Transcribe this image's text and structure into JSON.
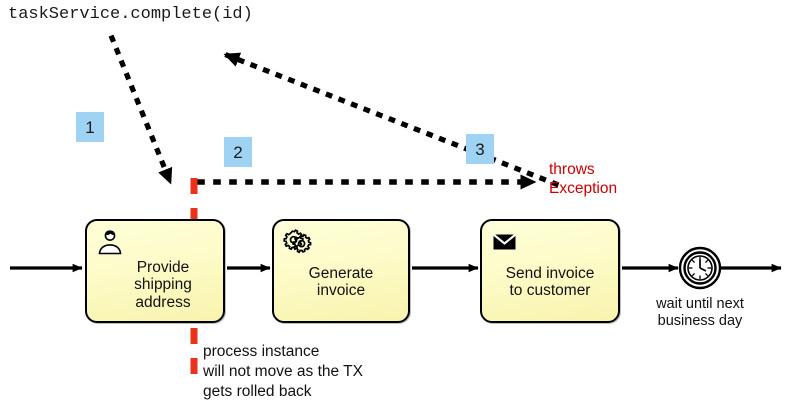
{
  "title": {
    "text": "taskService.complete(id)"
  },
  "badges": [
    {
      "label": "1",
      "name": "step-badge-1"
    },
    {
      "label": "2",
      "name": "step-badge-2"
    },
    {
      "label": "3",
      "name": "step-badge-3"
    }
  ],
  "tasks": [
    {
      "id": "provide-shipping-address",
      "label": "Provide\nshipping\naddress",
      "icon": "user-task-icon",
      "type": "user-task"
    },
    {
      "id": "generate-invoice",
      "label": "Generate\ninvoice",
      "icon": "service-task-gear-icon",
      "type": "service-task"
    },
    {
      "id": "send-invoice-to-customer",
      "label": "Send invoice\nto customer",
      "icon": "send-task-envelope-icon",
      "type": "send-task"
    }
  ],
  "timer_event": {
    "icon": "timer-clock-icon",
    "label": "wait until next\nbusiness day"
  },
  "annotations": {
    "exception": "throws\nException",
    "rollback_note": "process instance\nwill not move as the TX\ngets rolled back"
  },
  "colors": {
    "badge_fill": "#9fd3f3",
    "task_fill": "#ffffd9",
    "task_border": "#000000",
    "exception_text": "#cc0000",
    "transaction_boundary": "#e8331a",
    "flow": "#000000"
  }
}
